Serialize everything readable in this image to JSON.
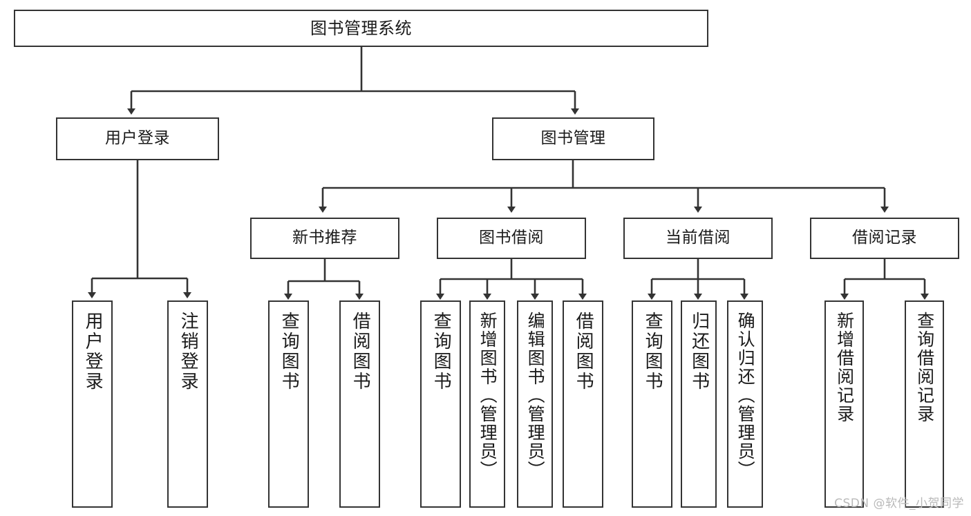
{
  "diagram": {
    "title": "图书管理系统",
    "type": "tree",
    "watermark": "CSDN @软件_小贺同学",
    "nodes": {
      "root": {
        "label": "图书管理系统"
      },
      "level2": [
        {
          "id": "user-login",
          "label": "用户登录"
        },
        {
          "id": "book-manage",
          "label": "图书管理"
        }
      ],
      "level3": [
        {
          "id": "new-book-rec",
          "label": "新书推荐"
        },
        {
          "id": "book-borrow",
          "label": "图书借阅"
        },
        {
          "id": "current-borrow",
          "label": "当前借阅"
        },
        {
          "id": "borrow-record",
          "label": "借阅记录"
        }
      ],
      "leaves": [
        {
          "id": "leaf-user-login",
          "label": "用户登录",
          "parent": "用户登录"
        },
        {
          "id": "leaf-logout",
          "label": "注销登录",
          "parent": "用户登录"
        },
        {
          "id": "leaf-query-book-1",
          "label": "查询图书",
          "parent": "新书推荐"
        },
        {
          "id": "leaf-borrow-book-1",
          "label": "借阅图书",
          "parent": "新书推荐"
        },
        {
          "id": "leaf-query-book-2",
          "label": "查询图书",
          "parent": "图书借阅"
        },
        {
          "id": "leaf-add-book",
          "label": "新增图书（管理员）",
          "parent": "图书借阅"
        },
        {
          "id": "leaf-edit-book",
          "label": "编辑图书（管理员）",
          "parent": "图书借阅"
        },
        {
          "id": "leaf-borrow-book-2",
          "label": "借阅图书",
          "parent": "图书借阅"
        },
        {
          "id": "leaf-query-book-3",
          "label": "查询图书",
          "parent": "当前借阅"
        },
        {
          "id": "leaf-return-book",
          "label": "归还图书",
          "parent": "当前借阅"
        },
        {
          "id": "leaf-confirm-return",
          "label": "确认归还（管理员）",
          "parent": "当前借阅"
        },
        {
          "id": "leaf-add-record",
          "label": "新增借阅记录",
          "parent": "借阅记录"
        },
        {
          "id": "leaf-query-record",
          "label": "查询借阅记录",
          "parent": "借阅记录"
        }
      ]
    },
    "colors": {
      "stroke": "#333333",
      "fill": "#ffffff",
      "text": "#1a1a1a",
      "watermark": "#b9b9b9"
    }
  }
}
